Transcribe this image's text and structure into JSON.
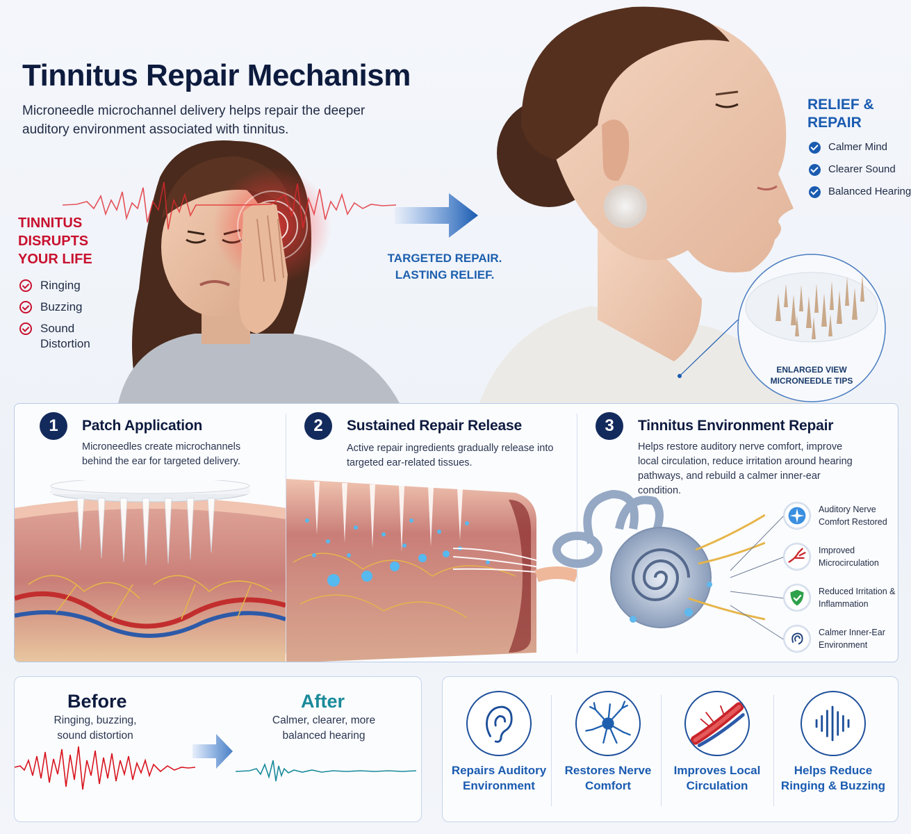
{
  "hero": {
    "title": "Tinnitus Repair Mechanism",
    "subtitle": "Microneedle microchannel delivery helps repair the deeper auditory environment associated with tinnitus."
  },
  "left_panel": {
    "heading": "TINNITUS DISRUPTS YOUR LIFE",
    "items": [
      "Ringing",
      "Buzzing",
      "Sound Distortion"
    ]
  },
  "middle": {
    "text": "TARGETED REPAIR. LASTING RELIEF."
  },
  "right_panel": {
    "heading": "RELIEF & REPAIR",
    "items": [
      "Calmer Mind",
      "Clearer Sound",
      "Balanced Hearing"
    ]
  },
  "zoom": {
    "label": "ENLARGED VIEW MICRONEEDLE TIPS"
  },
  "steps": [
    {
      "num": "1",
      "title": "Patch Application",
      "desc": "Microneedles create microchannels behind the ear for targeted delivery."
    },
    {
      "num": "2",
      "title": "Sustained Repair Release",
      "desc": "Active repair ingredients gradually release into targeted ear-related tissues."
    },
    {
      "num": "3",
      "title": "Tinnitus Environment Repair",
      "desc": "Helps restore auditory nerve comfort, improve local circulation, reduce irritation around hearing pathways, and rebuild a calmer inner-ear condition."
    }
  ],
  "step3_benefits": [
    {
      "label": "Auditory Nerve Comfort Restored",
      "icon": "nerve-spark-icon"
    },
    {
      "label": "Improved Microcirculation",
      "icon": "vessel-icon"
    },
    {
      "label": "Reduced Irritation & Inflammation",
      "icon": "shield-check-icon"
    },
    {
      "label": "Calmer Inner-Ear Environment",
      "icon": "ear-waves-icon"
    }
  ],
  "before_after": {
    "before_title": "Before",
    "before_desc": "Ringing, buzzing, sound distortion",
    "after_title": "After",
    "after_desc": "Calmer, clearer, more balanced hearing"
  },
  "benefits": [
    {
      "label": "Repairs Auditory Environment",
      "icon": "ear-icon"
    },
    {
      "label": "Restores Nerve Comfort",
      "icon": "neuron-icon"
    },
    {
      "label": "Improves Local Circulation",
      "icon": "blood-vessel-icon"
    },
    {
      "label": "Helps Reduce Ringing & Buzzing",
      "icon": "sound-wave-icon"
    }
  ],
  "colors": {
    "navy": "#0d1b3e",
    "red": "#c8102e",
    "blue": "#1a5bb0",
    "teal": "#1a8a9a"
  }
}
